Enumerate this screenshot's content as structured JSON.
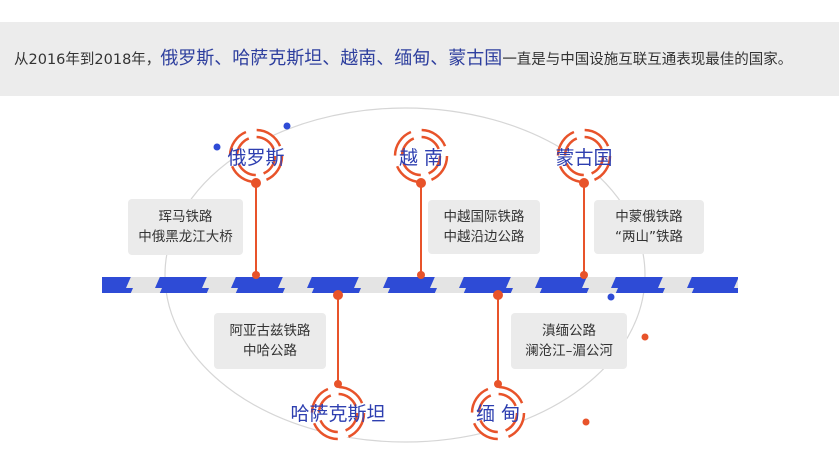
{
  "banner": {
    "prefix": "从2016年到2018年，",
    "highlight": "俄罗斯、哈萨克斯坦、越南、缅甸、蒙古国",
    "suffix": "一直是与中国设施互联互通表现最佳的国家。"
  },
  "countries": [
    {
      "name": "俄罗斯",
      "routes": [
        "珲马铁路",
        "中俄黑龙江大桥"
      ]
    },
    {
      "name": "越 南",
      "routes": [
        "中越国际铁路",
        "中越沿边公路"
      ]
    },
    {
      "name": "蒙古国",
      "routes": [
        "中蒙俄铁路",
        "“两山”铁路"
      ]
    },
    {
      "name": "哈萨克斯坦",
      "routes": [
        "阿亚古兹铁路",
        "中哈公路"
      ]
    },
    {
      "name": "缅 甸",
      "routes": [
        "滇缅公路",
        "澜沧江–湄公河"
      ]
    }
  ],
  "colors": {
    "accent_orange": "#e8532a",
    "text_blue": "#2e3fb0",
    "bar_blue": "#2e4bd6",
    "banner_bg": "#ececec",
    "box_bg": "#ebebeb"
  }
}
